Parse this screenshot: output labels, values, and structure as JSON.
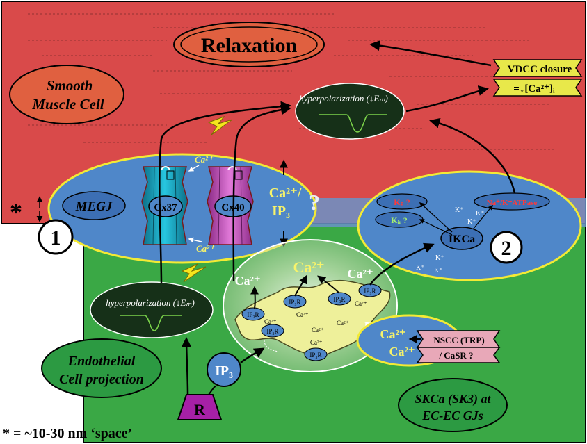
{
  "labels": {
    "relaxation": "Relaxation",
    "smooth_muscle_line1": "Smooth",
    "smooth_muscle_line2": "Muscle Cell",
    "vdcc_closure": "VDCC closure",
    "ca_decrease": "=↓[Ca²⁺]ᵢ",
    "hyperpol_top": "hyperpolarization (↓Eₘ)",
    "hyperpol_bottom": "hyperpolarization (↓Eₘ)",
    "megj": "MEGJ",
    "cx37": "Cx37",
    "cx40": "Cx40",
    "ca_ip3_q_line1": "Ca²⁺/",
    "ca_ip3_q_line2": "IP₃",
    "question": "?",
    "asterisk": "*",
    "num1": "1",
    "num2": "2",
    "ca_small_top": "Ca²⁺",
    "ca_small_bottom": "Ca²⁺",
    "ca_big_left": "Ca²⁺",
    "ca_big_center": "Ca²⁺",
    "ca_big_right": "Ca²⁺",
    "kp": "Kₚ ?",
    "kir": "Kᵢᵣ ?",
    "na_k_atpase": "Na⁺/K⁺ATPase",
    "ikca": "IKCa",
    "k_plus": "K⁺",
    "er": "ER",
    "ip3r": "IP₃R",
    "ca_in_er": "Ca²⁺",
    "ca_nscc_1": "Ca²⁺",
    "ca_nscc_2": "Ca²⁺",
    "nscc": "NSCC (TRP)",
    "casr": "/ CaSR ?",
    "endo_line1": "Endothelial",
    "endo_line2": "Cell projection",
    "ip3": "IP₃",
    "receptor": "R",
    "skca_line1": "SKCa (SK3) at",
    "skca_line2": "EC-EC GJs",
    "footnote": "* = ~10-30 nm ‘space’"
  },
  "colors": {
    "smooth_muscle": "#d94a4a",
    "endothelial": "#3aa845",
    "junction_space": "#6a93c8",
    "megj_ellipse": "#4f87c9",
    "ellipse_border": "#f3ea35",
    "cx37": "#1ab3cc",
    "cx40": "#d25fc9",
    "dark_panel": "#163018",
    "er": "#eef09a",
    "text_yellow": "#f7f36a",
    "receptor": "#a620a6",
    "green_label": "#2c9a42",
    "relax_oval": "#e06040",
    "vdcc_banner": "#e8e84a",
    "nscc_banner": "#e8a8b8",
    "lightning": "#f5e51d"
  },
  "icons": [
    "lightning-bolt-icon",
    "double-arrow-icon",
    "gap-junction-channel-icon"
  ]
}
